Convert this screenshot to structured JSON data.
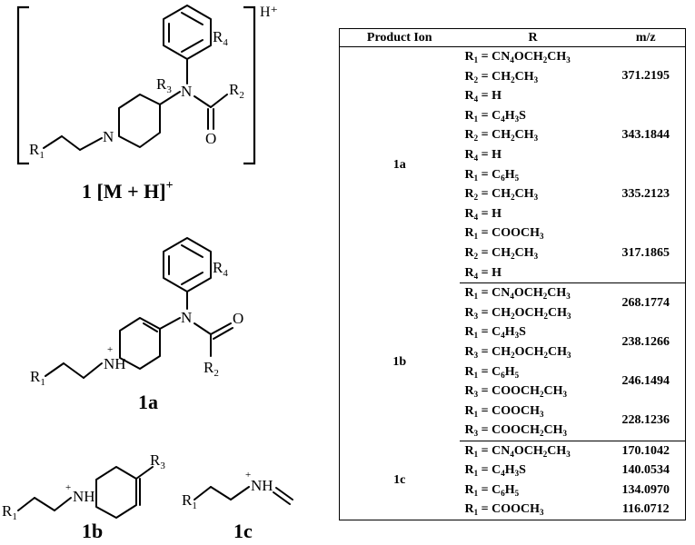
{
  "structures": {
    "charge_h_plus": "H⁺",
    "parent_caption": "1 [M + H]",
    "parent_caption_sup": "+",
    "substituent_labels": {
      "r1": "R1",
      "r2": "R2",
      "r3": "R3",
      "r4": "R4"
    },
    "atoms": {
      "nitrogen": "N",
      "oxygen": "O",
      "protonated_nitrogen": "NH",
      "charge": "+"
    },
    "fragment_captions": {
      "a": "1a",
      "b": "1b",
      "c": "1c"
    }
  },
  "table": {
    "headers": [
      "Product Ion",
      "R",
      "m/z"
    ],
    "groups": [
      {
        "ion": "1a",
        "entries": [
          {
            "r_lines": [
              "R1 = CN4OCH2CH3",
              "R2 = CH2CH3",
              "R4 = H"
            ],
            "mz": "371.2195"
          },
          {
            "r_lines": [
              "R1 = C4H3S",
              "R2 = CH2CH3",
              "R4 = H"
            ],
            "mz": "343.1844"
          },
          {
            "r_lines": [
              "R1 = C6H5",
              "R2 = CH2CH3",
              "R4 = H"
            ],
            "mz": "335.2123"
          },
          {
            "r_lines": [
              "R1 = COOCH3",
              "R2 = CH2CH3",
              "R4 = H"
            ],
            "mz": "317.1865"
          }
        ]
      },
      {
        "ion": "1b",
        "entries": [
          {
            "r_lines": [
              "R1 = CN4OCH2CH3",
              "R3 = CH2OCH2CH3"
            ],
            "mz": "268.1774"
          },
          {
            "r_lines": [
              "R1 = C4H3S",
              "R3 = CH2OCH2CH3"
            ],
            "mz": "238.1266"
          },
          {
            "r_lines": [
              "R1 = C6H5",
              "R3 = COOCH2CH3"
            ],
            "mz": "246.1494"
          },
          {
            "r_lines": [
              "R1 = COOCH3",
              "R3 = COOCH2CH3"
            ],
            "mz": "228.1236"
          }
        ]
      },
      {
        "ion": "1c",
        "entries": [
          {
            "r_lines": [
              "R1 = CN4OCH2CH3"
            ],
            "mz": "170.1042"
          },
          {
            "r_lines": [
              "R1 = C4H3S"
            ],
            "mz": "140.0534"
          },
          {
            "r_lines": [
              "R1 = C6H5"
            ],
            "mz": "134.0970"
          },
          {
            "r_lines": [
              "R1 = COOCH3"
            ],
            "mz": "116.0712"
          }
        ]
      }
    ]
  }
}
